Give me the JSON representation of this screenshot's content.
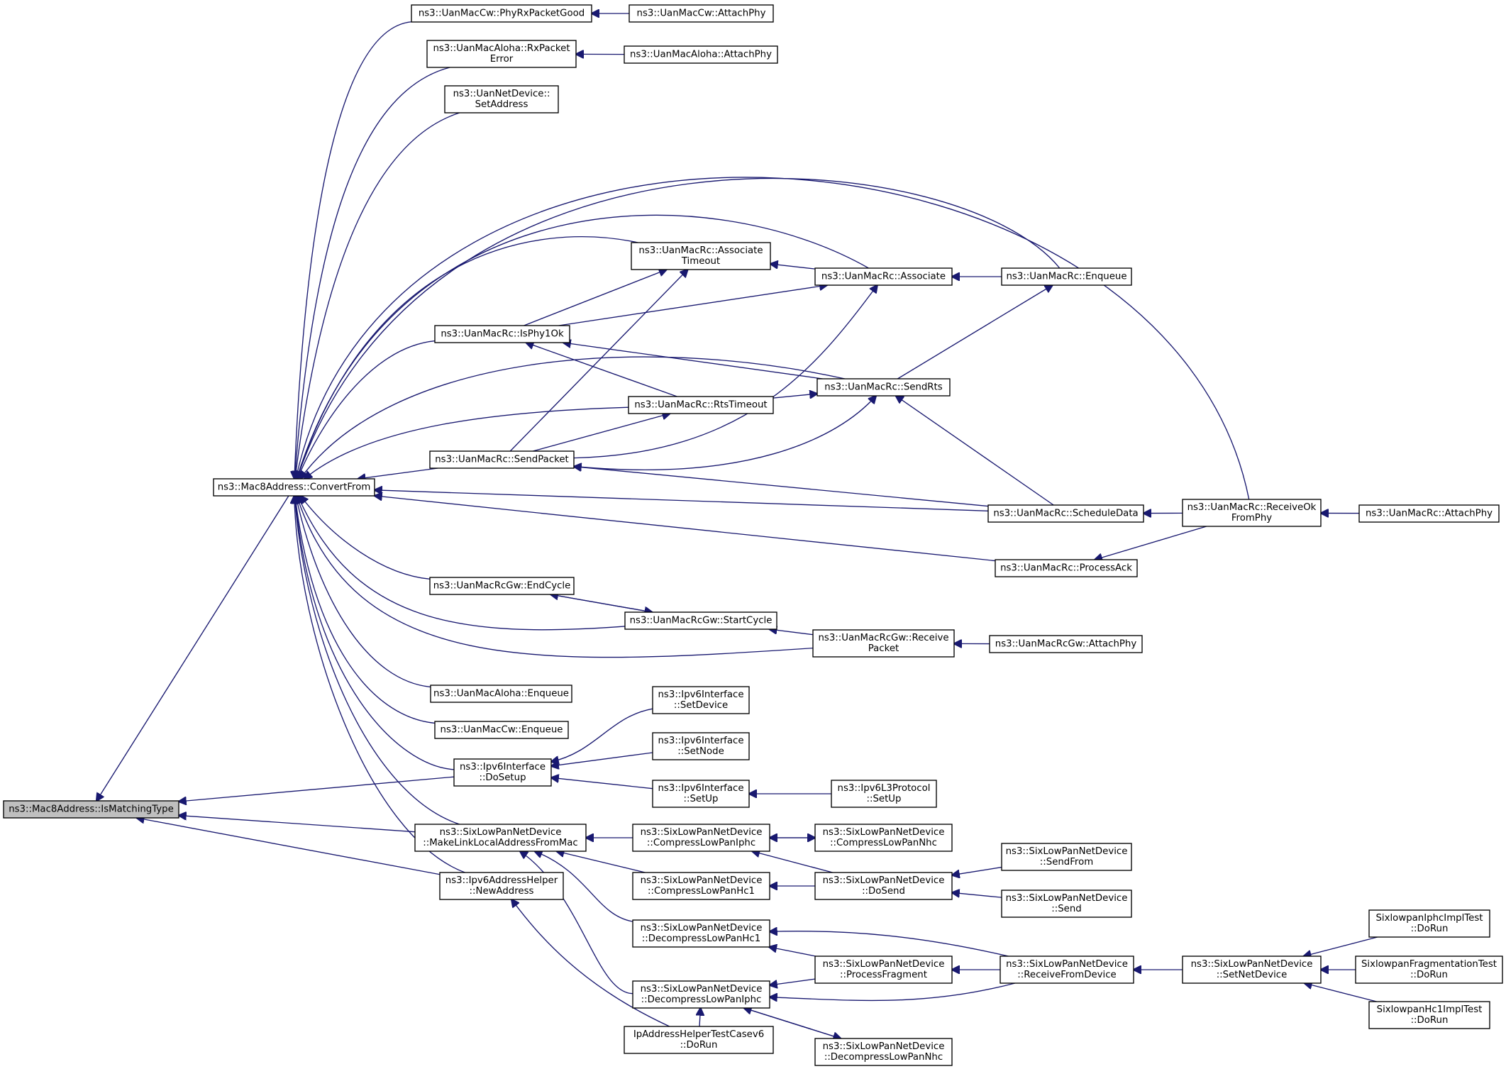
{
  "colors": {
    "edge": "#191970",
    "node_border": "#000000",
    "root_fill": "#bfbfbf",
    "node_fill": "#ffffff"
  },
  "nodes": {
    "ismatchingtype": [
      "ns3::Mac8Address::IsMatchingType"
    ],
    "convertfrom": [
      "ns3::Mac8Address::ConvertFrom"
    ],
    "cw_phyrxgood": [
      "ns3::UanMacCw::PhyRxPacketGood"
    ],
    "cw_attachphy": [
      "ns3::UanMacCw::AttachPhy"
    ],
    "aloha_rxerror": [
      "ns3::UanMacAloha::RxPacket",
      "Error"
    ],
    "aloha_attachphy": [
      "ns3::UanMacAloha::AttachPhy"
    ],
    "netdev_setaddress": [
      "ns3::UanNetDevice::",
      "SetAddress"
    ],
    "rc_assoctimeout": [
      "ns3::UanMacRc::Associate",
      "Timeout"
    ],
    "rc_associate": [
      "ns3::UanMacRc::Associate"
    ],
    "rc_enqueue": [
      "ns3::UanMacRc::Enqueue"
    ],
    "rc_isphy1ok": [
      "ns3::UanMacRc::IsPhy1Ok"
    ],
    "rc_sendrts": [
      "ns3::UanMacRc::SendRts"
    ],
    "rc_rtstimeout": [
      "ns3::UanMacRc::RtsTimeout"
    ],
    "rc_sendpacket": [
      "ns3::UanMacRc::SendPacket"
    ],
    "rc_scheduledata": [
      "ns3::UanMacRc::ScheduleData"
    ],
    "rc_receiveok": [
      "ns3::UanMacRc::ReceiveOk",
      "FromPhy"
    ],
    "rc_attachphy": [
      "ns3::UanMacRc::AttachPhy"
    ],
    "rc_processack": [
      "ns3::UanMacRc::ProcessAck"
    ],
    "rcgw_endcycle": [
      "ns3::UanMacRcGw::EndCycle"
    ],
    "rcgw_startcycle": [
      "ns3::UanMacRcGw::StartCycle"
    ],
    "rcgw_receive": [
      "ns3::UanMacRcGw::Receive",
      "Packet"
    ],
    "rcgw_attachphy": [
      "ns3::UanMacRcGw::AttachPhy"
    ],
    "aloha_enqueue": [
      "ns3::UanMacAloha::Enqueue"
    ],
    "cw_enqueue": [
      "ns3::UanMacCw::Enqueue"
    ],
    "ipv6if_setdevice": [
      "ns3::Ipv6Interface",
      "::SetDevice"
    ],
    "ipv6if_setnode": [
      "ns3::Ipv6Interface",
      "::SetNode"
    ],
    "ipv6if_dosetup": [
      "ns3::Ipv6Interface",
      "::DoSetup"
    ],
    "ipv6if_setup": [
      "ns3::Ipv6Interface",
      "::SetUp"
    ],
    "ipv6l3_setup": [
      "ns3::Ipv6L3Protocol",
      "::SetUp"
    ],
    "six_makelinklocal": [
      "ns3::SixLowPanNetDevice",
      "::MakeLinkLocalAddressFromMac"
    ],
    "six_compressiphc": [
      "ns3::SixLowPanNetDevice",
      "::CompressLowPanIphc"
    ],
    "six_compressnhc": [
      "ns3::SixLowPanNetDevice",
      "::CompressLowPanNhc"
    ],
    "six_sendfrom": [
      "ns3::SixLowPanNetDevice",
      "::SendFrom"
    ],
    "ipv6helper_newaddress": [
      "ns3::Ipv6AddressHelper",
      "::NewAddress"
    ],
    "six_compresshc1": [
      "ns3::SixLowPanNetDevice",
      "::CompressLowPanHc1"
    ],
    "six_dosend": [
      "ns3::SixLowPanNetDevice",
      "::DoSend"
    ],
    "six_send": [
      "ns3::SixLowPanNetDevice",
      "::Send"
    ],
    "six_decompresshc1": [
      "ns3::SixLowPanNetDevice",
      "::DecompressLowPanHc1"
    ],
    "iphc_test": [
      "SixlowpanIphcImplTest",
      "::DoRun"
    ],
    "six_processfragment": [
      "ns3::SixLowPanNetDevice",
      "::ProcessFragment"
    ],
    "six_receivefromdevice": [
      "ns3::SixLowPanNetDevice",
      "::ReceiveFromDevice"
    ],
    "six_setnetdevice": [
      "ns3::SixLowPanNetDevice",
      "::SetNetDevice"
    ],
    "frag_test": [
      "SixlowpanFragmentationTest",
      "::DoRun"
    ],
    "six_decompressiphc": [
      "ns3::SixLowPanNetDevice",
      "::DecompressLowPanIphc"
    ],
    "hc1_test": [
      "SixlowpanHc1ImplTest",
      "::DoRun"
    ],
    "ipaddr_test": [
      "IpAddressHelperTestCasev6",
      "::DoRun"
    ],
    "six_decompressnhc": [
      "ns3::SixLowPanNetDevice",
      "::DecompressLowPanNhc"
    ]
  }
}
